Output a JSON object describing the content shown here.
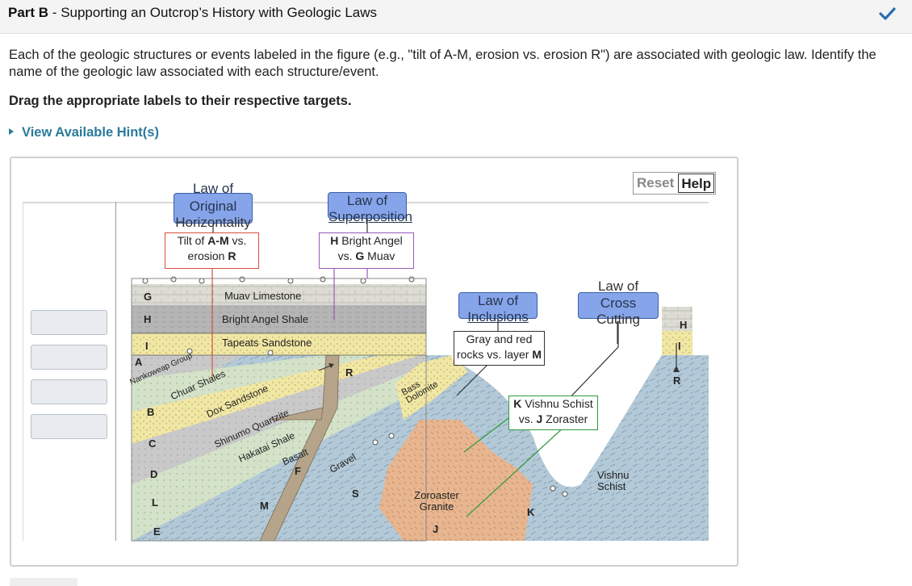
{
  "header": {
    "part": "Part B",
    "separator": " - ",
    "title": "Supporting an Outcrop’s History with Geologic Laws"
  },
  "intro": "Each of the geologic structures or events labeled in the figure (e.g., \"tilt of A-M, erosion vs. erosion R\") are associated with geologic law. Identify the name of the geologic law associated with each structure/event.",
  "instruction": "Drag the appropriate labels to their respective targets.",
  "hint_link": "View Available Hint(s)",
  "controls": {
    "reset": "Reset",
    "help": "Help"
  },
  "answers": {
    "original_horizontality": {
      "line1": "Law of",
      "line2": "Original",
      "line3": "Horizontality"
    },
    "superposition": {
      "line1": "Law of",
      "line2": "Superposition"
    },
    "inclusions": {
      "line1": "Law of",
      "line2": "Inclusions"
    },
    "cross_cutting": {
      "line1": "Law of",
      "line2": "Cross",
      "line3": "Cutting"
    }
  },
  "targets": {
    "tilt": {
      "p1": "Tilt of ",
      "b1": "A-M",
      "p2": " vs.",
      "p3": "erosion ",
      "b2": "R"
    },
    "bright_angel": {
      "b1": "H",
      "p1": " Bright Angel",
      "p2": "vs. ",
      "b2": "G",
      "p3": " Muav"
    },
    "gray_red": {
      "p1": "Gray and red",
      "p2": "rocks vs. layer ",
      "b1": "M"
    },
    "vishnu": {
      "b1": "K",
      "p1": " Vishnu Schist",
      "p2": "vs. ",
      "b2": "J",
      "p3": " Zoraster"
    }
  },
  "figure": {
    "layer_names": {
      "muav": "Muav Limestone",
      "bright_angel": "Bright Angel Shale",
      "tapeats": "Tapeats Sandstone",
      "nankoweap": "Nankoweap Group",
      "chuar": "Chuar Shales",
      "dox": "Dox Sandstone",
      "shinumo": "Shinumo Quartzite",
      "hakatai": "Hakatai Shale",
      "basalt": "Basalt",
      "gravel": "Gravel",
      "bass": "Bass Dolomite",
      "zoroaster": "Zoroaster Granite",
      "vishnu": "Vishnu Schist"
    },
    "letters": {
      "G": "G",
      "H": "H",
      "I": "I",
      "A": "A",
      "B": "B",
      "C": "C",
      "D": "D",
      "L": "L",
      "E": "E",
      "M": "M",
      "F": "F",
      "R": "R",
      "S": "S",
      "J": "J",
      "K": "K"
    }
  },
  "colors": {
    "answer_fill": "#86a4ea",
    "answer_border": "#3b5ea8",
    "check": "#2a6fb0",
    "hint": "#2b7a9a",
    "target_red": "#d9503f",
    "target_purple": "#9b59b6",
    "target_green": "#2e9a3b",
    "target_black": "#333333"
  }
}
